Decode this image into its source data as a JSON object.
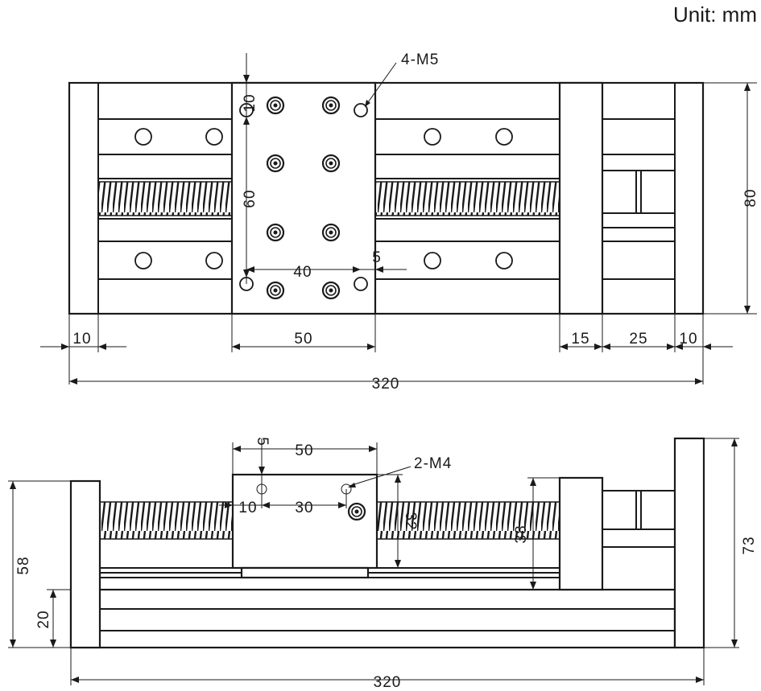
{
  "unit_label": "Unit: mm",
  "top_view": {
    "hole_callout": "4-M5",
    "dims": {
      "end_plate_left": "10",
      "carriage_width": "50",
      "end_block": "15",
      "motor_mount": "25",
      "end_plate_right": "10",
      "overall_length": "320",
      "overall_width": "80",
      "hole_pitch_x": "40",
      "hole_pitch_y": "60",
      "hole_edge_offset_x": "5",
      "hole_edge_offset_y": "10"
    }
  },
  "side_view": {
    "hole_callout": "2-M4",
    "dims": {
      "carriage_width": "50",
      "hole_edge_offset": "5",
      "hole_offset": "10",
      "hole_pitch": "30",
      "carriage_height": "32",
      "screw_height": "38",
      "overall_height": "73",
      "table_height": "58",
      "rail_height": "20",
      "overall_length": "320"
    }
  },
  "colors": {
    "line": "#1a1a1a",
    "background": "#ffffff"
  }
}
